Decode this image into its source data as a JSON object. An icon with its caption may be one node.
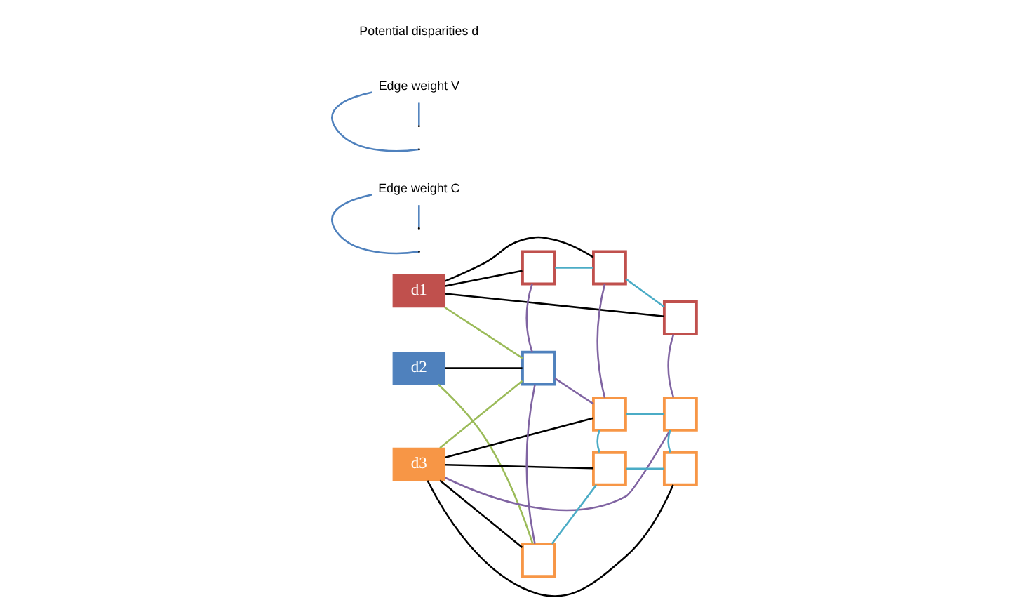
{
  "diagram": {
    "nodes": [
      {
        "text": [
          "d1"
        ]
      },
      {
        "text": [
          "d2"
        ]
      },
      {
        "text": [
          "d3"
        ]
      },
      {
        "text": [],
        "shape": "box"
      },
      {
        "text": [],
        "shape": "box"
      },
      {
        "text": [],
        "shape": "box"
      },
      {
        "text": [],
        "shape": "box"
      },
      {
        "text": [],
        "shape": "box"
      },
      {
        "text": [],
        "shape": "box"
      },
      {
        "text": [],
        "shape": "box"
      },
      {
        "text": [],
        "shape": "box"
      },
      {
        "text": [],
        "shape": "box"
      },
      {
        "text": [
          "Edge weight C"
        ]
      },
      {
        "text": [
          "Edge weight V"
        ]
      }
    ],
    "edges": [
      {
        "from": 0,
        "to": 3,
        "arrow": "none"
      },
      {
        "from": 0,
        "to": 4,
        "arrow": "none"
      },
      {
        "from": 0,
        "to": 5,
        "arrow": "none"
      },
      {
        "from": 1,
        "to": 6,
        "arrow": "none"
      },
      {
        "from": 2,
        "to": 7,
        "arrow": "none"
      },
      {
        "from": 2,
        "to": 9,
        "arrow": "none"
      },
      {
        "from": 2,
        "to": 10,
        "arrow": "none"
      },
      {
        "from": 2,
        "to": 11,
        "arrow": "none"
      },
      {
        "from": 0,
        "to": 6,
        "arrow": "none",
        "color": "#9bbb59"
      },
      {
        "from": 1,
        "to": 9,
        "arrow": "none",
        "color": "#9bbb59"
      },
      {
        "from": 2,
        "to": 6,
        "arrow": "none",
        "color": "#9bbb59"
      },
      {
        "from": 3,
        "to": 6,
        "arrow": "none",
        "color": "#8064a2"
      },
      {
        "from": 4,
        "to": 7,
        "arrow": "none",
        "color": "#8064a2"
      },
      {
        "from": 5,
        "to": 8,
        "arrow": "none",
        "color": "#8064a2"
      },
      {
        "from": 6,
        "to": 7,
        "arrow": "none",
        "color": "#8064a2"
      },
      {
        "from": 6,
        "to": 9,
        "arrow": "none",
        "color": "#8064a2"
      },
      {
        "from": 2,
        "to": 8,
        "arrow": "none",
        "color": "#8064a2"
      },
      {
        "from": 3,
        "to": 4,
        "arrow": "none",
        "color": "#4bacc6"
      },
      {
        "from": 4,
        "to": 5,
        "arrow": "none",
        "color": "#4bacc6"
      },
      {
        "from": 7,
        "to": 8,
        "arrow": "none",
        "color": "#4bacc6"
      },
      {
        "from": 7,
        "to": 10,
        "arrow": "none",
        "color": "#4bacc6"
      },
      {
        "from": 8,
        "to": 11,
        "arrow": "none",
        "color": "#4bacc6"
      },
      {
        "from": 9,
        "to": 10,
        "arrow": "none",
        "color": "#4bacc6"
      },
      {
        "from": 10,
        "to": 11,
        "arrow": "none",
        "color": "#4bacc6"
      },
      {
        "from": 12,
        "to": null,
        "arrow": "none",
        "color": "#4f81bd"
      },
      {
        "from": 12,
        "to": null,
        "arrow": "none",
        "color": "#4f81bd"
      },
      {
        "from": 13,
        "to": null,
        "arrow": "none",
        "color": "#4f81bd"
      },
      {
        "from": 13,
        "to": null,
        "arrow": "none",
        "color": "#4f81bd"
      }
    ],
    "labels": [
      "Potential disparities d"
    ]
  }
}
